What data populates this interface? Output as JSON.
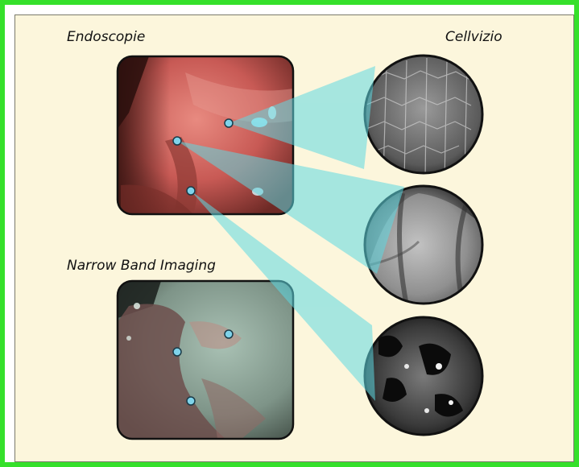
{
  "labels": {
    "endoscopy": "Endoscopie",
    "cellvizio": "Cellvizio",
    "nbi": "Narrow Band Imaging"
  },
  "colors": {
    "frame": "#35e02a",
    "background": "#fcf6dc",
    "beam": "#5fd9e2",
    "marker": "#7fd3ea",
    "endoscopy_tissue": "#c85a55",
    "nbi_tissue": "#6f7f6c"
  }
}
